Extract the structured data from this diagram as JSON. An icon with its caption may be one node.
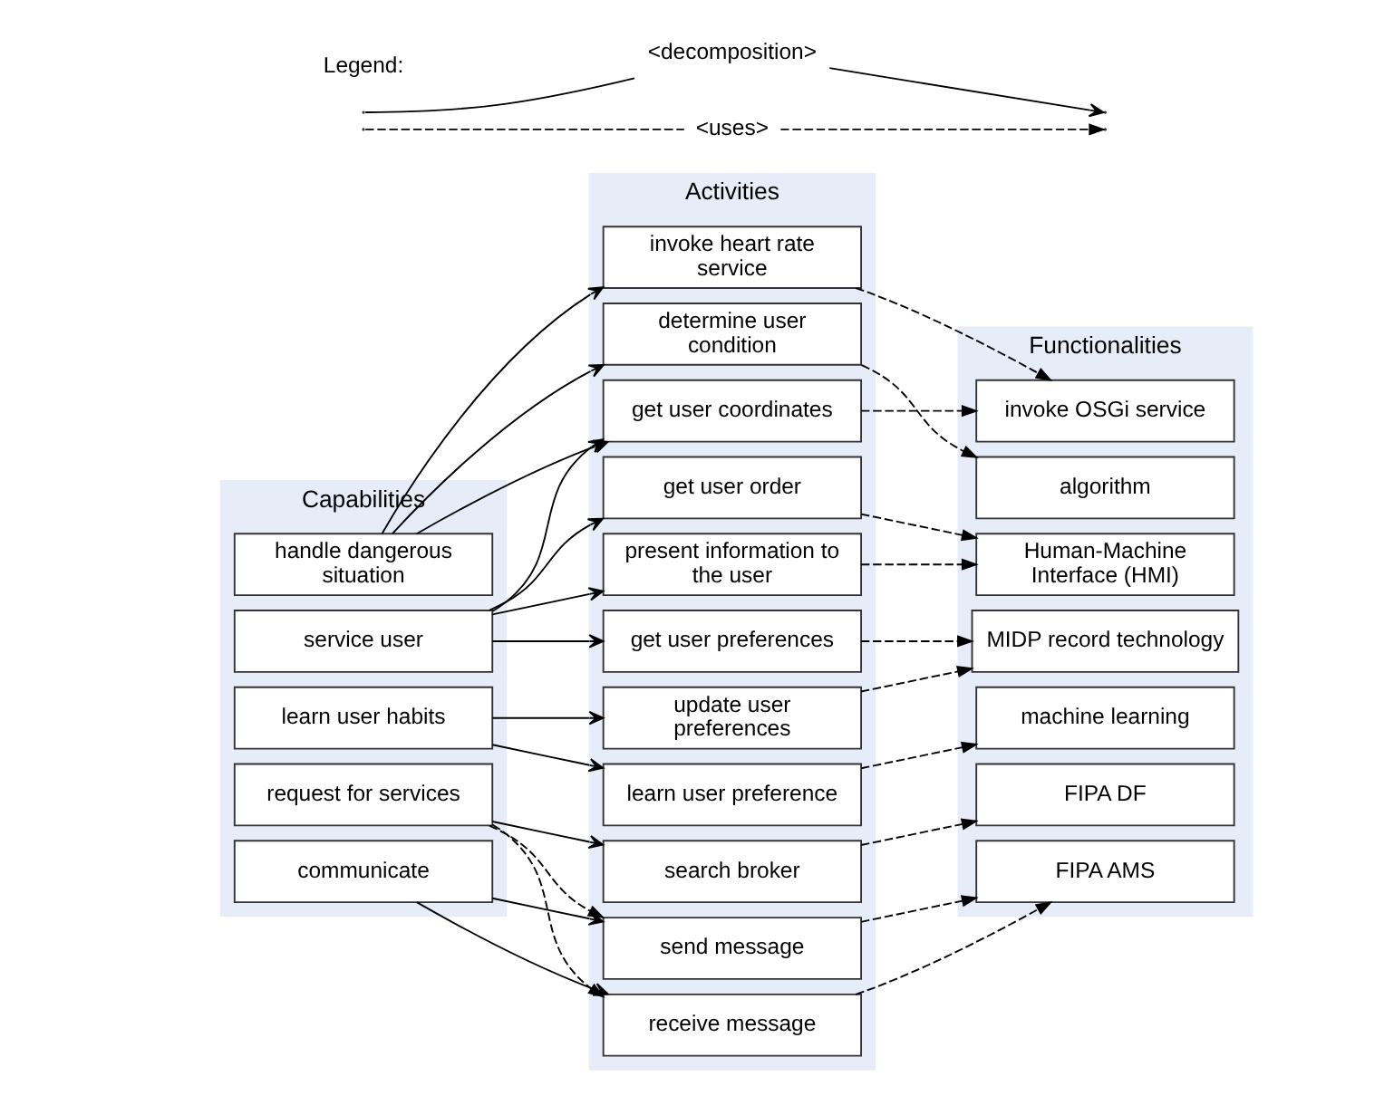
{
  "diagram": {
    "nodes": [
      {
        "text": [
          "Capabilities"
        ]
      },
      {
        "text": [
          "handle dangerous situation"
        ],
        "in": 0
      },
      {
        "text": [
          "service user"
        ],
        "in": 0
      },
      {
        "text": [
          "learn user habits"
        ],
        "in": 0
      },
      {
        "text": [
          "request for services"
        ],
        "in": 0
      },
      {
        "text": [
          "communicate"
        ],
        "in": 0
      },
      {
        "text": [
          "Activities"
        ]
      },
      {
        "text": [
          "determine user condition"
        ],
        "in": 6
      },
      {
        "text": [
          "invoke heart rate service"
        ],
        "in": 6
      },
      {
        "text": [
          "get user coordinates"
        ],
        "in": 6
      },
      {
        "text": [
          "present information to the user"
        ],
        "in": 6
      },
      {
        "text": [
          "get user order"
        ],
        "in": 6
      },
      {
        "text": [
          "get user preferences"
        ],
        "in": 6
      },
      {
        "text": [
          "update user preferences"
        ],
        "in": 6
      },
      {
        "text": [
          "learn user preference"
        ],
        "in": 6
      },
      {
        "text": [
          "search broker"
        ],
        "in": 6
      },
      {
        "text": [
          "send message"
        ],
        "in": 6
      },
      {
        "text": [
          "receive message"
        ],
        "in": 6
      },
      {
        "text": [
          "Functionalities"
        ]
      },
      {
        "text": [
          "algorithm"
        ],
        "in": 18
      },
      {
        "text": [
          "invoke OSGi service"
        ],
        "in": 18
      },
      {
        "text": [
          "Human-Machine Interface (HMI)"
        ],
        "in": 18
      },
      {
        "text": [
          "MIDP record technology"
        ],
        "in": 18
      },
      {
        "text": [
          "machine learning"
        ],
        "in": 18
      },
      {
        "text": [
          "FIPA DF"
        ],
        "in": 18
      },
      {
        "text": [
          "FIPA AMS"
        ],
        "in": 18
      }
    ],
    "edges": [
      {
        "from": 1,
        "to": 7,
        "arrow": "to"
      },
      {
        "from": 1,
        "to": 8,
        "arrow": "to"
      },
      {
        "from": 1,
        "to": 9,
        "arrow": "to"
      },
      {
        "from": 2,
        "to": 9,
        "arrow": "to"
      },
      {
        "from": 2,
        "to": 10,
        "arrow": "to"
      },
      {
        "from": 2,
        "to": 11,
        "arrow": "to"
      },
      {
        "from": 2,
        "to": 12,
        "arrow": "to"
      },
      {
        "from": 3,
        "to": 13,
        "arrow": "to"
      },
      {
        "from": 3,
        "to": 14,
        "arrow": "to"
      },
      {
        "from": 4,
        "to": 15,
        "arrow": "to"
      },
      {
        "from": 4,
        "to": 16,
        "arrow": "to",
        "style": "dashed"
      },
      {
        "from": 4,
        "to": 17,
        "arrow": "to",
        "style": "dashed"
      },
      {
        "from": 5,
        "to": 16,
        "arrow": "to"
      },
      {
        "from": 5,
        "to": 17,
        "arrow": "to"
      },
      {
        "from": 7,
        "to": 19,
        "arrow": "to",
        "style": "dashed"
      },
      {
        "from": 8,
        "to": 20,
        "arrow": "to",
        "style": "dashed"
      },
      {
        "from": 9,
        "to": 20,
        "arrow": "to",
        "style": "dashed"
      },
      {
        "from": 10,
        "to": 21,
        "arrow": "to",
        "style": "dashed"
      },
      {
        "from": 11,
        "to": 21,
        "arrow": "to",
        "style": "dashed"
      },
      {
        "from": 12,
        "to": 22,
        "arrow": "to",
        "style": "dashed"
      },
      {
        "from": 13,
        "to": 22,
        "arrow": "to",
        "style": "dashed"
      },
      {
        "from": 14,
        "to": 23,
        "arrow": "to",
        "style": "dashed"
      },
      {
        "from": 15,
        "to": 24,
        "arrow": "to",
        "style": "dashed"
      },
      {
        "from": 16,
        "to": 25,
        "arrow": "to",
        "style": "dashed"
      },
      {
        "from": 17,
        "to": 25,
        "arrow": "to",
        "style": "dashed"
      }
    ],
    "labels": [
      "Legend:"
    ],
    "legend": [
      {
        "text": "<decomposition>"
      },
      {
        "text": "<uses>"
      }
    ]
  }
}
